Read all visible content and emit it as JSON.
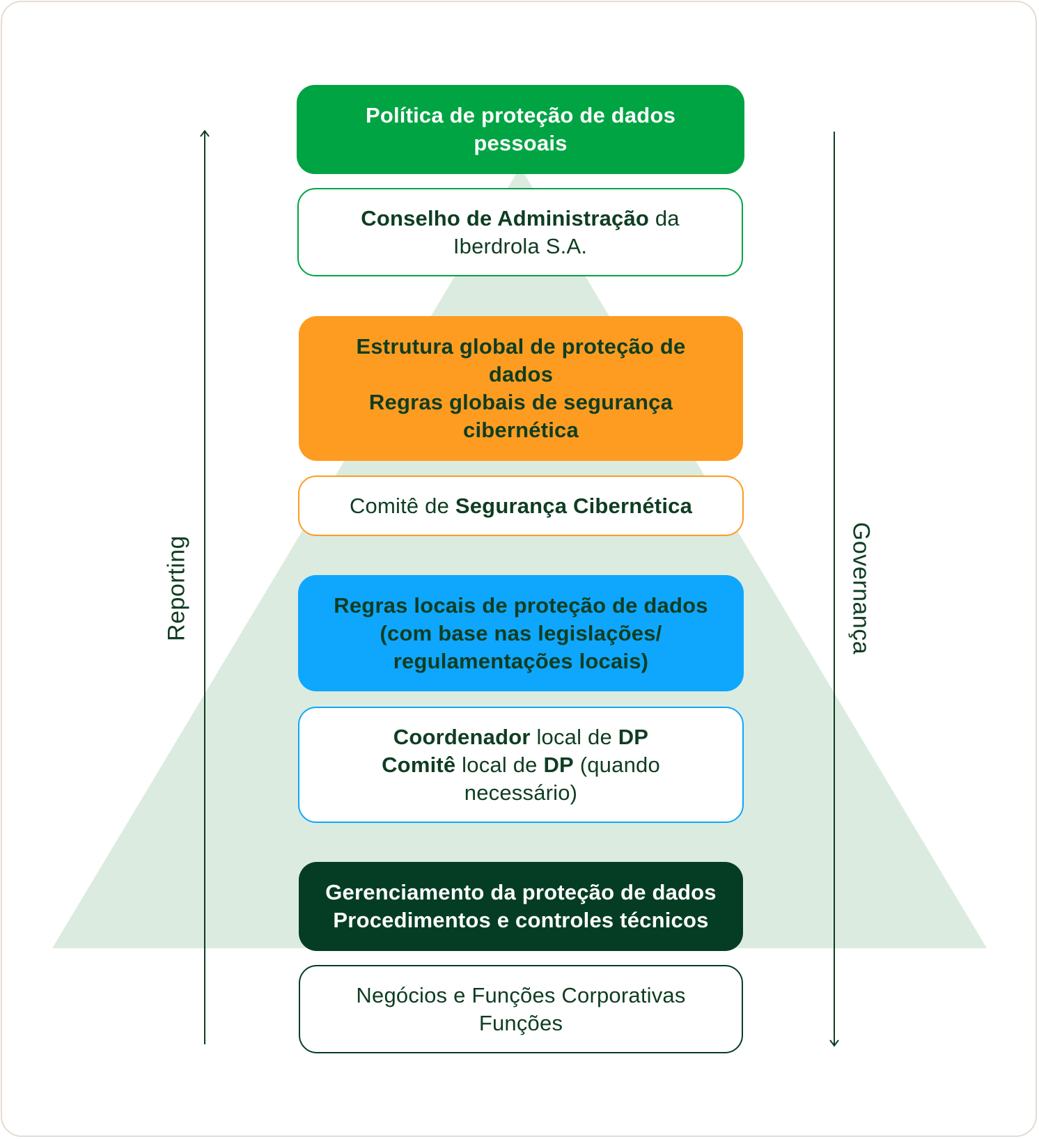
{
  "diagram": {
    "left_arrow_label": "Reporting",
    "right_arrow_label": "Governança",
    "colors": {
      "green": "#00a443",
      "orange": "#fd9c20",
      "blue": "#0ea7fd",
      "dark_green": "#053d24",
      "pyramid": "#dcebe0",
      "text_dark": "#0f3d22"
    },
    "boxes": [
      {
        "id": "politica",
        "lines": [
          [
            {
              "text": "Política de proteção de dados",
              "bold": true
            }
          ],
          [
            {
              "text": "pessoais",
              "bold": true
            }
          ]
        ]
      },
      {
        "id": "conselho",
        "lines": [
          [
            {
              "text": "Conselho de Administração",
              "bold": true
            },
            {
              "text": " da",
              "bold": false
            }
          ],
          [
            {
              "text": "Iberdrola S.A.",
              "bold": false
            }
          ]
        ]
      },
      {
        "id": "estrutura",
        "lines": [
          [
            {
              "text": "Estrutura global de proteção de",
              "bold": true
            }
          ],
          [
            {
              "text": "dados",
              "bold": true
            }
          ],
          [
            {
              "text": "Regras globais de segurança",
              "bold": true
            }
          ],
          [
            {
              "text": "cibernética",
              "bold": true
            }
          ]
        ]
      },
      {
        "id": "comite-seguranca",
        "lines": [
          [
            {
              "text": "Comitê de ",
              "bold": false
            },
            {
              "text": "Segurança Cibernética",
              "bold": true
            }
          ]
        ]
      },
      {
        "id": "regras-locais",
        "lines": [
          [
            {
              "text": "Regras locais de proteção de dados",
              "bold": true
            }
          ],
          [
            {
              "text": "(com base nas legislações/",
              "bold": true
            }
          ],
          [
            {
              "text": "regulamentações locais)",
              "bold": true
            }
          ]
        ]
      },
      {
        "id": "coordenador",
        "lines": [
          [
            {
              "text": "Coordenador",
              "bold": true
            },
            {
              "text": " local de ",
              "bold": false
            },
            {
              "text": "DP",
              "bold": true
            }
          ],
          [
            {
              "text": "Comitê",
              "bold": true
            },
            {
              "text": " local de ",
              "bold": false
            },
            {
              "text": "DP",
              "bold": true
            },
            {
              "text": " (quando",
              "bold": false
            }
          ],
          [
            {
              "text": "necessário)",
              "bold": false
            }
          ]
        ]
      },
      {
        "id": "gerenciamento",
        "lines": [
          [
            {
              "text": "Gerenciamento da proteção de dados",
              "bold": true
            }
          ],
          [
            {
              "text": "Procedimentos e controles técnicos",
              "bold": true
            }
          ]
        ]
      },
      {
        "id": "negocios",
        "lines": [
          [
            {
              "text": "Negócios e Funções Corporativas",
              "bold": false
            }
          ],
          [
            {
              "text": "Funções",
              "bold": false
            }
          ]
        ]
      }
    ]
  }
}
